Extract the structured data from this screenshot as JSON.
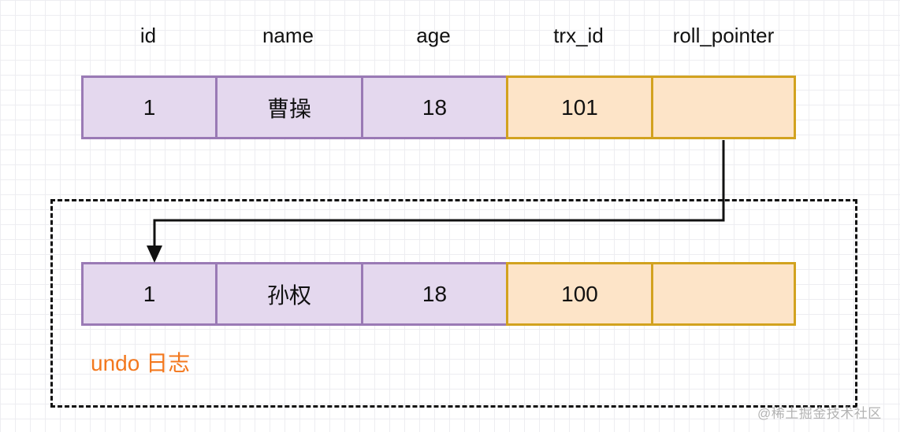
{
  "diagram": {
    "title_hint": "MySQL MVCC row version with undo log",
    "columns": [
      "id",
      "name",
      "age",
      "trx_id",
      "roll_pointer"
    ],
    "rows": [
      {
        "cells": [
          "1",
          "曹操",
          "18",
          "101",
          ""
        ]
      },
      {
        "cells": [
          "1",
          "孙权",
          "18",
          "100",
          ""
        ]
      }
    ],
    "undo_label": "undo 日志",
    "watermark": "@稀土掘金技术社区",
    "colors": {
      "record_cell_fill": "#e4d8ee",
      "record_cell_border": "#9a7ab5",
      "trx_cell_fill": "#fde4c8",
      "trx_cell_border": "#d2a21f",
      "undo_label_text": "#f3781e",
      "arrow": "#111111",
      "dashed_border": "#111111",
      "watermark_text": "#b3b3b3",
      "grid_line": "#ededf1"
    }
  }
}
